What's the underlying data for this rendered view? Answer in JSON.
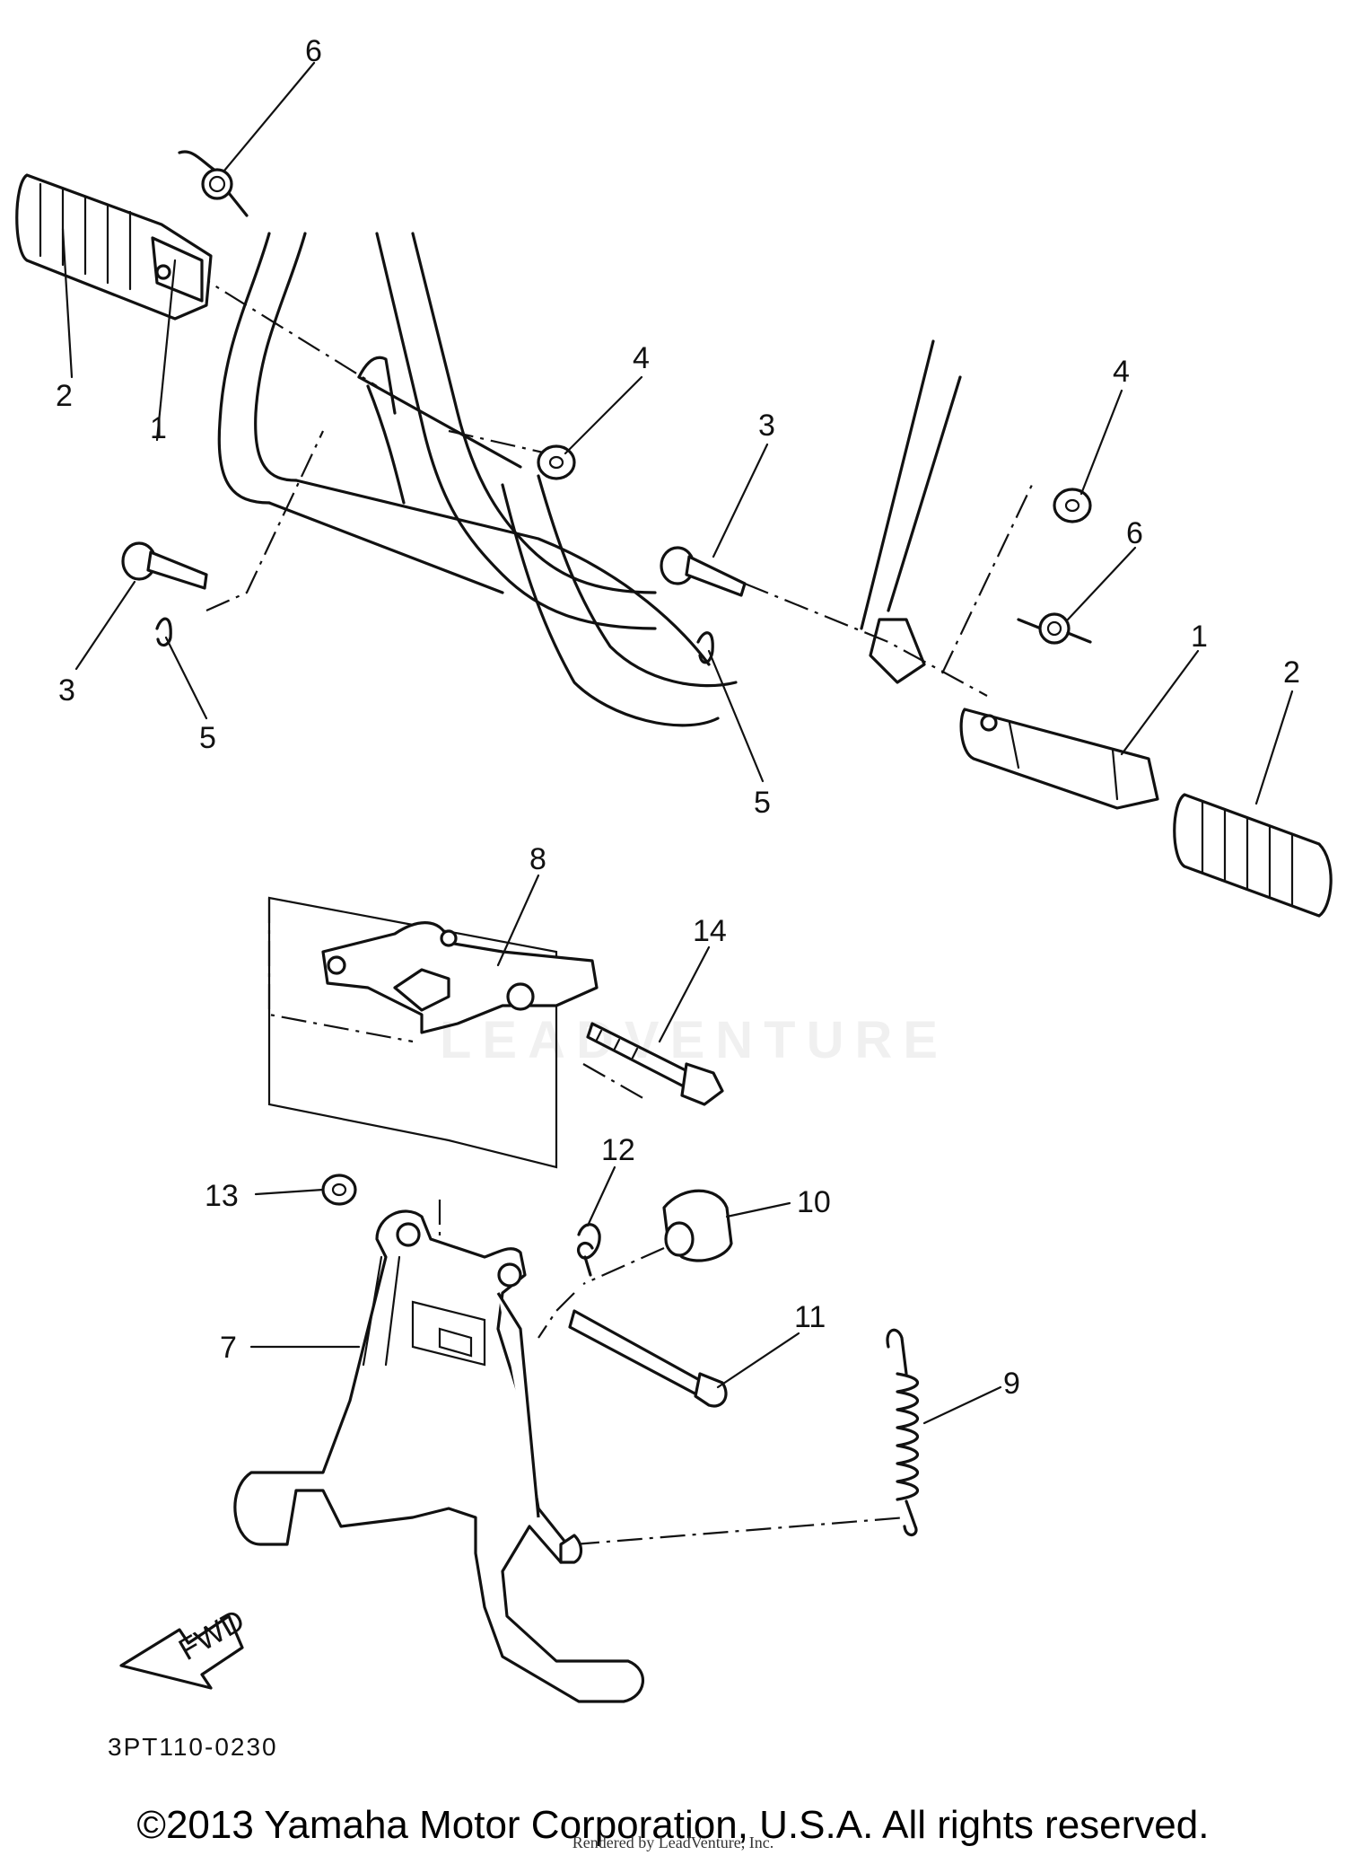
{
  "diagram": {
    "callouts": [
      {
        "id": "c6a",
        "label": "6"
      },
      {
        "id": "c2a",
        "label": "2"
      },
      {
        "id": "c1a",
        "label": "1"
      },
      {
        "id": "c4a",
        "label": "4"
      },
      {
        "id": "c3a",
        "label": "3"
      },
      {
        "id": "c3b",
        "label": "3"
      },
      {
        "id": "c5a",
        "label": "5"
      },
      {
        "id": "c4b",
        "label": "4"
      },
      {
        "id": "c6b",
        "label": "6"
      },
      {
        "id": "c5b",
        "label": "5"
      },
      {
        "id": "c1b",
        "label": "1"
      },
      {
        "id": "c2b",
        "label": "2"
      },
      {
        "id": "c8",
        "label": "8"
      },
      {
        "id": "c14",
        "label": "14"
      },
      {
        "id": "c12",
        "label": "12"
      },
      {
        "id": "c13",
        "label": "13"
      },
      {
        "id": "c10",
        "label": "10"
      },
      {
        "id": "c11",
        "label": "11"
      },
      {
        "id": "c7",
        "label": "7"
      },
      {
        "id": "c9",
        "label": "9"
      }
    ],
    "fwd_label": "FWD",
    "diagram_code": "3PT110-0230",
    "watermark": "LEADVENTURE"
  },
  "footer": {
    "copyright": "©2013 Yamaha Motor Corporation, U.S.A. All rights reserved.",
    "rendered_by": "Rendered by LeadVenture, Inc."
  }
}
